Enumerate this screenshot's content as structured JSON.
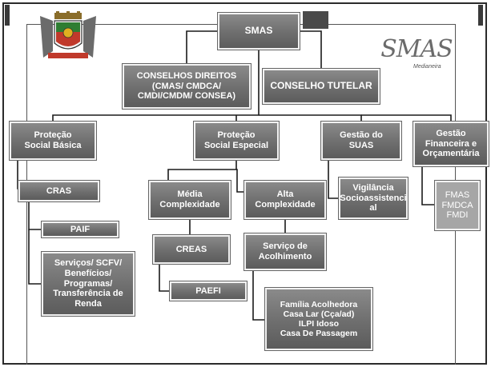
{
  "diagram": {
    "logo": {
      "text": "SMAS",
      "subtitle": "Medianeira"
    },
    "nodes": {
      "smas": "SMAS",
      "conselhos": "CONSELHOS DIREITOS\n(CMAS/ CMDCA/\nCMDI/CMDM/ CONSEA)",
      "tutelar": "CONSELHO TUTELAR",
      "basica": "Proteção\nSocial Básica",
      "especial": "Proteção\nSocial Especial",
      "gestao_suas": "Gestão do\nSUAS",
      "gestao_fin": "Gestão\nFinanceira e\nOrçamentária",
      "cras": "CRAS",
      "paif": "PAIF",
      "servicos": "Serviços/ SCFV/\nBenefícios/\nProgramas/\nTransferência de\nRenda",
      "media": "Média\nComplexidade",
      "alta": "Alta\nComplexidade",
      "creas": "CREAS",
      "paefi": "PAEFI",
      "acolhimento": "Serviço de\nAcolhimento",
      "modalidades": "Família Acolhedora\nCasa Lar (Cça/ad)\nILPI Idoso\nCasa De Passagem",
      "vigilancia": "Vigilância\nSocioassistenci\nal",
      "fundos": "FMAS\nFMDCA\nFMDI"
    },
    "edges": [
      [
        "smas",
        "conselhos"
      ],
      [
        "smas",
        "tutelar"
      ],
      [
        "smas",
        "basica"
      ],
      [
        "smas",
        "especial"
      ],
      [
        "smas",
        "gestao_suas"
      ],
      [
        "smas",
        "gestao_fin"
      ],
      [
        "basica",
        "cras"
      ],
      [
        "cras",
        "paif"
      ],
      [
        "cras",
        "servicos"
      ],
      [
        "especial",
        "media"
      ],
      [
        "especial",
        "alta"
      ],
      [
        "media",
        "creas"
      ],
      [
        "creas",
        "paefi"
      ],
      [
        "alta",
        "acolhimento"
      ],
      [
        "acolhimento",
        "modalidades"
      ],
      [
        "gestao_suas",
        "vigilancia"
      ],
      [
        "gestao_fin",
        "fundos"
      ]
    ],
    "colors": {
      "box": "#6e6e6e",
      "box_light": "#a6a6a6",
      "line": "#1a1a1a",
      "crest_red": "#c0392b",
      "crest_green": "#2e7d32",
      "crest_yellow": "#e0b020"
    }
  }
}
